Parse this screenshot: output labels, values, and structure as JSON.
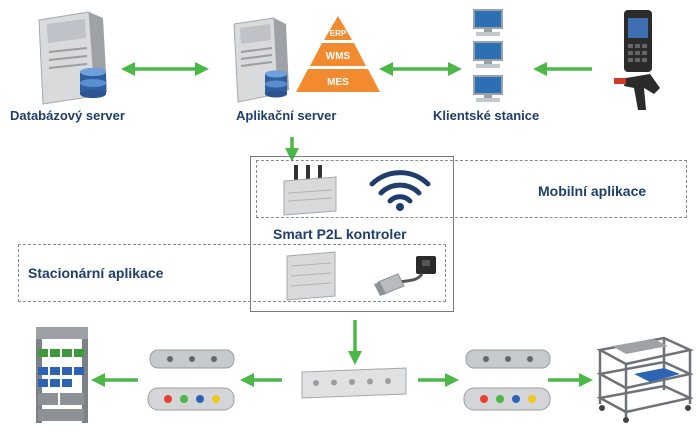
{
  "labels": {
    "db_server": "Databázový server",
    "app_server": "Aplikační server",
    "client_stations": "Klientské stanice",
    "mobile_app": "Mobilní aplikace",
    "controller": "Smart P2L kontroler",
    "stationary_app": "Stacionární aplikace"
  },
  "pyramid": {
    "top": "ERP",
    "middle": "WMS",
    "bottom": "MES"
  },
  "colors": {
    "label_text": "#1f3e6b",
    "arrow": "#4cb848",
    "pyramid": "#f28a30",
    "dashed_border": "#8a8a8a",
    "controller_border": "#7a7a7a",
    "wifi": "#1f3e6b"
  }
}
